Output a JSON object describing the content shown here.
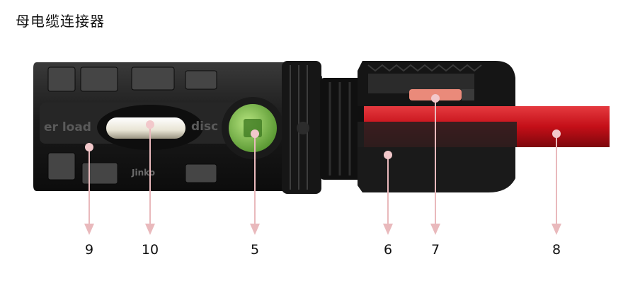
{
  "title": "母电缆连接器",
  "body_text": {
    "left": "er load",
    "middle": "disc",
    "bottom": "Jinko"
  },
  "callouts": [
    {
      "id": "9",
      "label": "9"
    },
    {
      "id": "10",
      "label": "10"
    },
    {
      "id": "5",
      "label": "5"
    },
    {
      "id": "6",
      "label": "6"
    },
    {
      "id": "7",
      "label": "7"
    },
    {
      "id": "8",
      "label": "8"
    }
  ],
  "colors": {
    "body": "#1e1e1e",
    "cable": "#c5111a",
    "contact": "#7fc04a",
    "seal": "#ea8a7a",
    "leader": "#e9b9bc"
  }
}
